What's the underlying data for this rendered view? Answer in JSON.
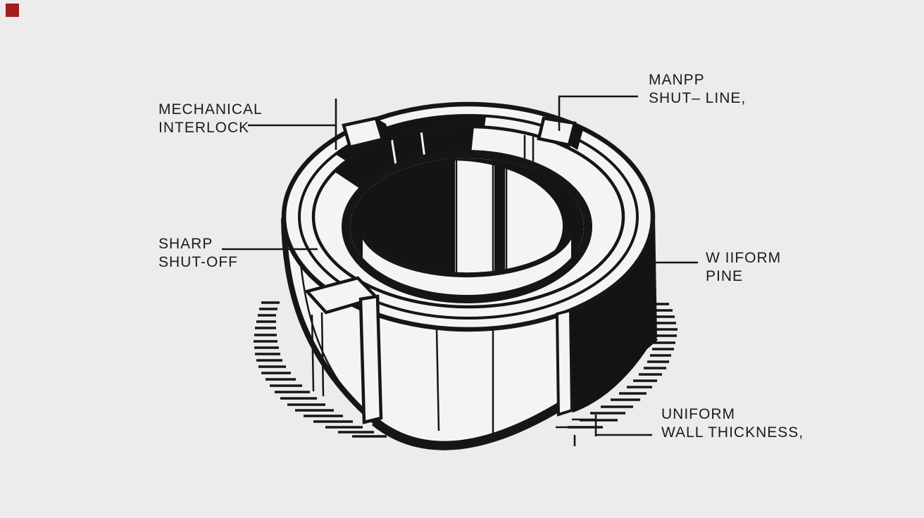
{
  "canvas": {
    "background_color": "#ececec",
    "ink_color": "#161616",
    "face_color": "#f4f4f2",
    "marker_color": "#a31d1d"
  },
  "figure": {
    "type": "technical-line-illustration",
    "subject": "Isometric cutaway view of a cylindrical molded ring part with callout labels",
    "labels": [
      {
        "id": "mechanical-interlock",
        "line1": "MECHANICAL",
        "line2": "INTERLOCK"
      },
      {
        "id": "manpp-shut-line",
        "line1": "MANPP",
        "line2": "SHUT– LINE,"
      },
      {
        "id": "sharp-shut-off",
        "line1": "SHARP",
        "line2": "SHUT-OFF"
      },
      {
        "id": "wiiform-pine",
        "line1": "W IIFORM",
        "line2": "PINE"
      },
      {
        "id": "uniform-wall-thickness",
        "line1": "UNIFORM",
        "line2": "WALL THICKNESS,"
      }
    ]
  }
}
